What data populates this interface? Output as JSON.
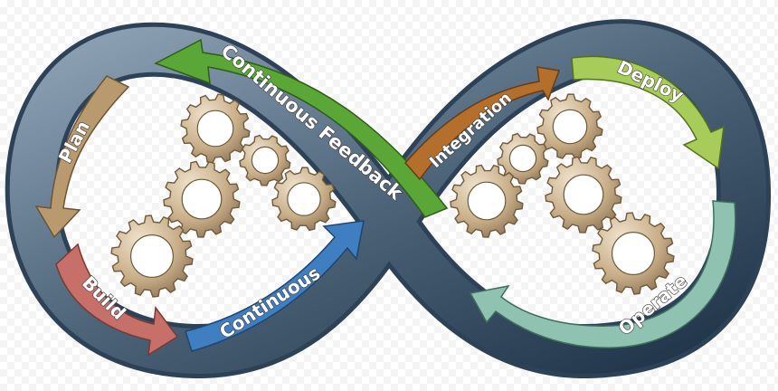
{
  "stages": {
    "plan": "Plan",
    "build": "Build",
    "continuous": "Continuous",
    "continuous_feedback": "Continuous Feedback",
    "integration": "Integration",
    "deploy": "Deploy",
    "operate": "Operate"
  },
  "colors": {
    "ring_outer": "#2d4257",
    "ring_inner": "#7d93a8",
    "plan": "#b89a6e",
    "build": "#c7706a",
    "continuous": "#3f7ec0",
    "continuous_feedback": "#5aa637",
    "integration": "#b56f2c",
    "deploy": "#96c24a",
    "operate": "#8fc2b0",
    "gear_fill": "#c8ae88",
    "gear_stroke": "#6e5a3c"
  },
  "gear_icons": [
    "gear-icon"
  ]
}
